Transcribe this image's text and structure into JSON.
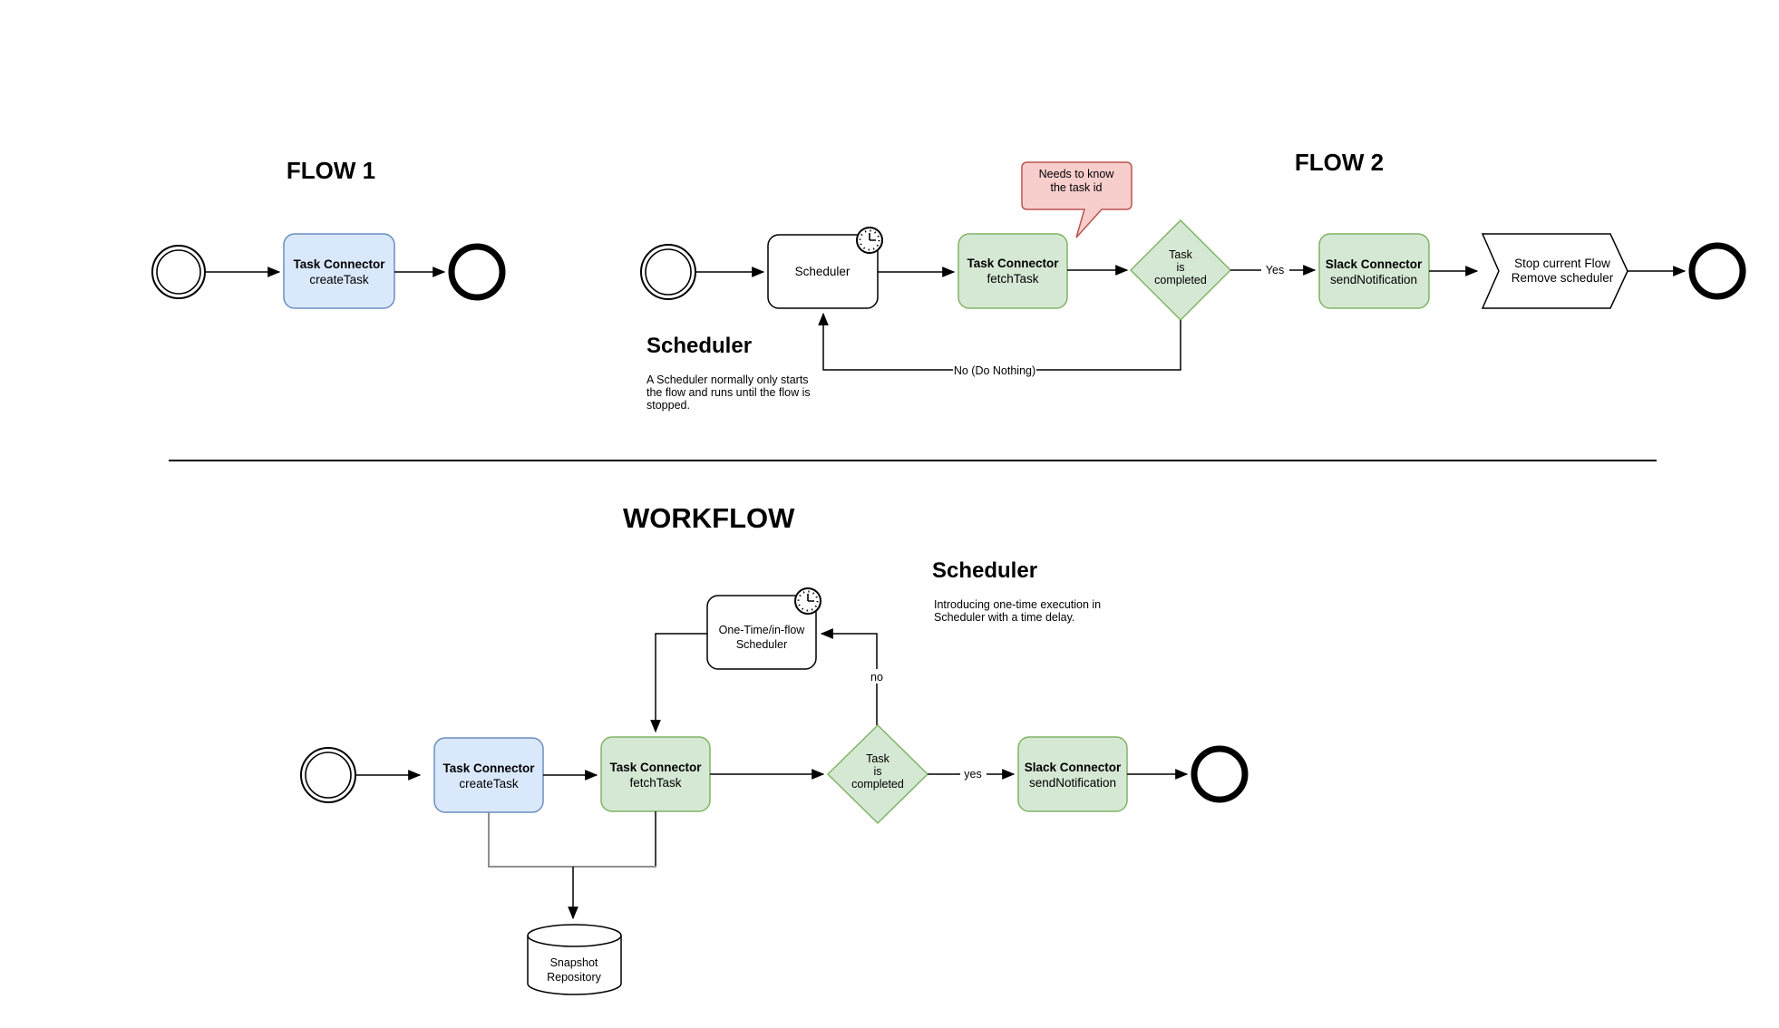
{
  "colors": {
    "blue_fill": "#dae8fc",
    "blue_border": "#6c8ebf",
    "green_fill": "#d5e8d4",
    "green_border": "#82b366",
    "callout_fill": "#f8cecc",
    "callout_border": "#b85450",
    "line": "#000000",
    "muted_line": "#8f8f8f"
  },
  "icons": {
    "timer": "clock-icon"
  },
  "flow1": {
    "title": "FLOW 1",
    "create_task": {
      "name": "Task Connector",
      "action": "createTask"
    }
  },
  "flow2": {
    "title": "FLOW 2",
    "heading": "Scheduler",
    "description": [
      "A Scheduler normally only starts",
      "the flow and runs until the flow is",
      "stopped."
    ],
    "scheduler_node": "Scheduler",
    "fetch_task": {
      "name": "Task Connector",
      "action": "fetchTask"
    },
    "callout": [
      "Needs to know",
      "the task id"
    ],
    "decision": [
      "Task",
      "is",
      "completed"
    ],
    "yes_label": "Yes",
    "no_label": "No (Do Nothing)",
    "slack": {
      "name": "Slack Connector",
      "action": "sendNotification"
    },
    "stop_step": [
      "Stop current Flow",
      "Remove scheduler"
    ]
  },
  "workflow": {
    "title": "WORKFLOW",
    "heading": "Scheduler",
    "description": [
      "Introducing one-time execution in",
      "Scheduler with a time delay."
    ],
    "one_time": [
      "One-Time/in-flow",
      "Scheduler"
    ],
    "create_task": {
      "name": "Task Connector",
      "action": "createTask"
    },
    "fetch_task": {
      "name": "Task Connector",
      "action": "fetchTask"
    },
    "decision": [
      "Task",
      "is",
      "completed"
    ],
    "yes_label": "yes",
    "no_label": "no",
    "slack": {
      "name": "Slack Connector",
      "action": "sendNotification"
    },
    "repository": [
      "Snapshot",
      "Repository"
    ]
  }
}
